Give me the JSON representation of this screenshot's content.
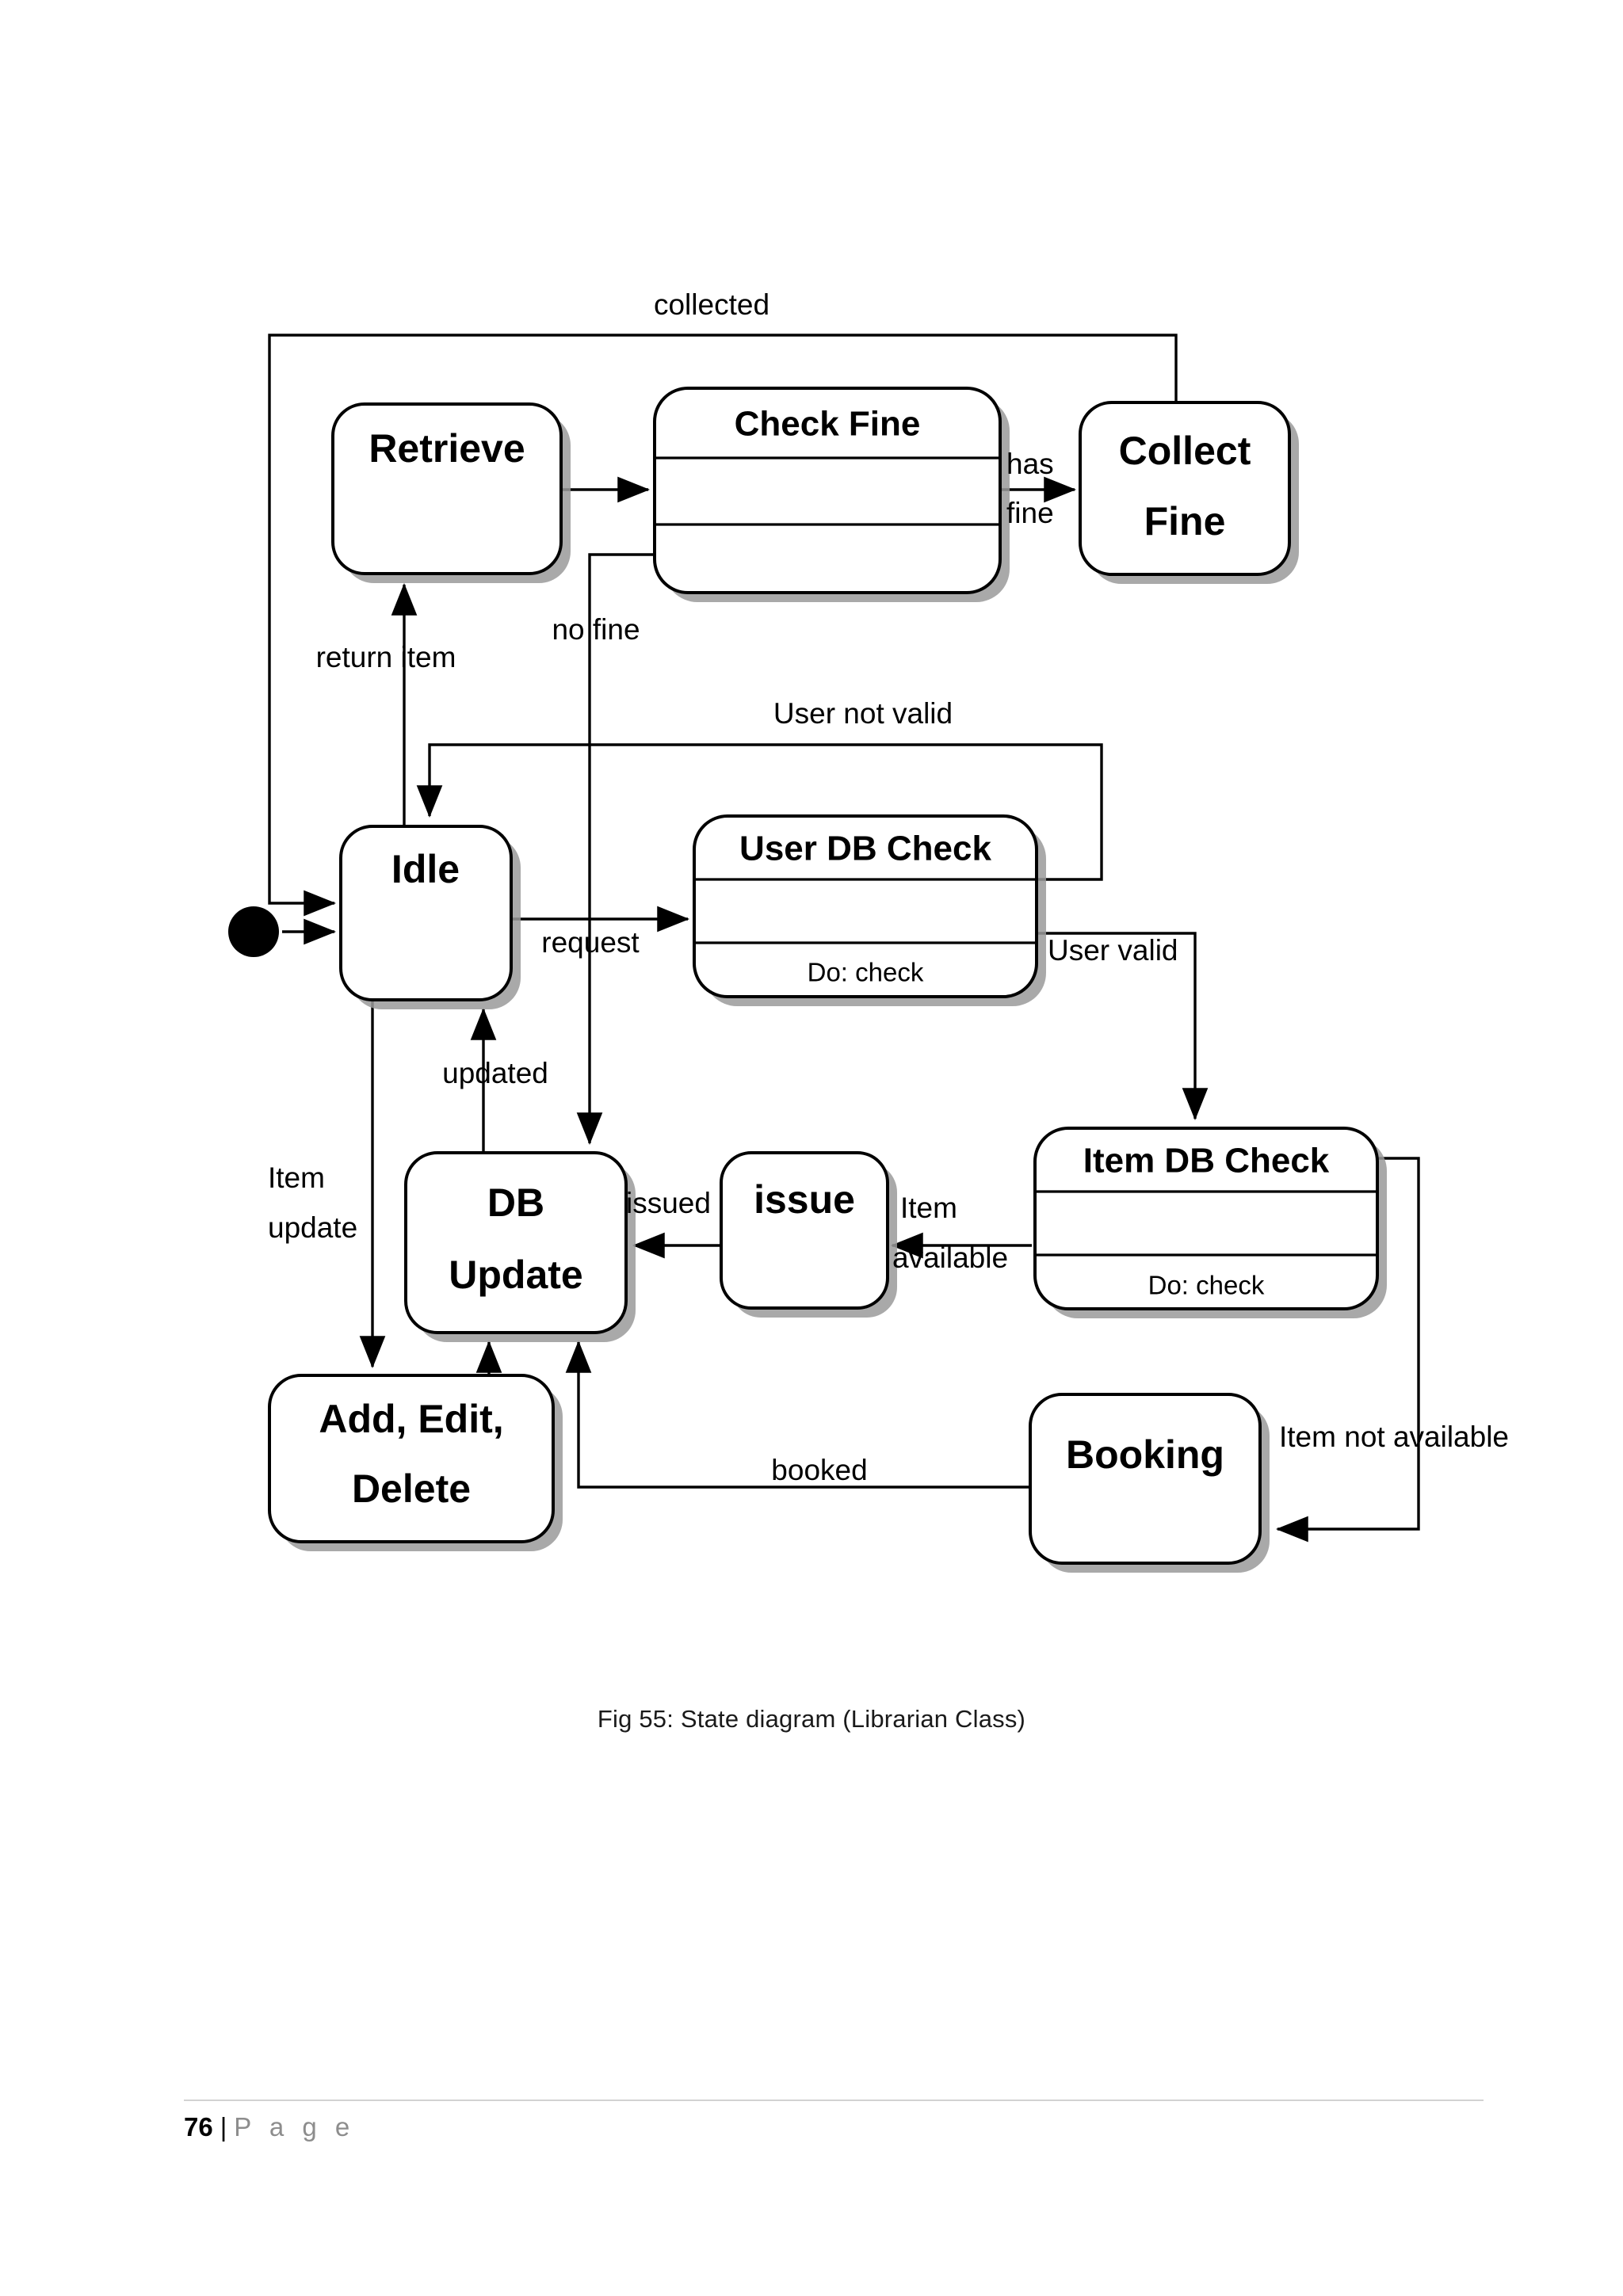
{
  "document": {
    "figure_caption": "Fig 55: State diagram (Librarian Class)",
    "footer": {
      "page_number": "76",
      "separator": "|",
      "page_word": "P a g e"
    }
  },
  "diagram": {
    "type": "uml-state-diagram",
    "title": "State diagram (Librarian Class)",
    "colors": {
      "stroke": "#000000",
      "fill": "#ffffff",
      "shadow": "#9a9a9a"
    },
    "initial_state": {
      "name": "initial-pseudostate"
    },
    "states": [
      {
        "id": "retrieve",
        "label": "Retrieve",
        "compartments": []
      },
      {
        "id": "check_fine",
        "label": "Check Fine",
        "compartments": [
          "",
          ""
        ]
      },
      {
        "id": "collect_fine",
        "label": "Collect\nFine",
        "line1": "Collect",
        "line2": "Fine",
        "compartments": []
      },
      {
        "id": "idle",
        "label": "Idle",
        "compartments": []
      },
      {
        "id": "user_db_check",
        "label": "User DB Check",
        "compartments": [
          "",
          "Do: check"
        ]
      },
      {
        "id": "item_db_check",
        "label": "Item DB Check",
        "compartments": [
          "",
          "Do: check"
        ]
      },
      {
        "id": "db_update",
        "label": "DB\nUpdate",
        "line1": "DB",
        "line2": "Update",
        "compartments": []
      },
      {
        "id": "issue",
        "label": "issue",
        "compartments": []
      },
      {
        "id": "add_edit_delete",
        "label": "Add, Edit,\nDelete",
        "line1": "Add, Edit,",
        "line2": "Delete",
        "compartments": []
      },
      {
        "id": "booking",
        "label": "Booking",
        "compartments": []
      }
    ],
    "transitions": [
      {
        "id": "t_init",
        "from": "initial",
        "to": "idle",
        "label": ""
      },
      {
        "id": "t_collected",
        "from": "collect_fine",
        "to": "idle",
        "label": "collected"
      },
      {
        "id": "t_retrieve_check",
        "from": "retrieve",
        "to": "check_fine",
        "label": ""
      },
      {
        "id": "t_has_fine",
        "from": "check_fine",
        "to": "collect_fine",
        "label": "has fine",
        "label_line1": "has",
        "label_line2": "fine"
      },
      {
        "id": "t_return_item",
        "from": "idle",
        "to": "retrieve",
        "label": "return item"
      },
      {
        "id": "t_no_fine",
        "from": "check_fine",
        "to": "db_update",
        "label": "no fine"
      },
      {
        "id": "t_user_not_valid",
        "from": "user_db_check",
        "to": "idle",
        "label": "User not valid"
      },
      {
        "id": "t_request",
        "from": "idle",
        "to": "user_db_check",
        "label": "request"
      },
      {
        "id": "t_user_valid",
        "from": "user_db_check",
        "to": "item_db_check",
        "label": "User valid"
      },
      {
        "id": "t_item_available",
        "from": "item_db_check",
        "to": "issue",
        "label": "Item available",
        "label_line1": "Item",
        "label_line2": "available"
      },
      {
        "id": "t_issued",
        "from": "issue",
        "to": "db_update",
        "label": "issued"
      },
      {
        "id": "t_updated",
        "from": "db_update",
        "to": "idle",
        "label": "updated"
      },
      {
        "id": "t_item_update",
        "from": "idle",
        "to": "add_edit_delete",
        "label": "Item update",
        "label_line1": "Item",
        "label_line2": "update"
      },
      {
        "id": "t_aed_dbupdate",
        "from": "add_edit_delete",
        "to": "db_update",
        "label": ""
      },
      {
        "id": "t_booked",
        "from": "booking",
        "to": "db_update",
        "label": "booked"
      },
      {
        "id": "t_item_not_avail",
        "from": "item_db_check",
        "to": "booking",
        "label": "Item not available"
      }
    ]
  }
}
